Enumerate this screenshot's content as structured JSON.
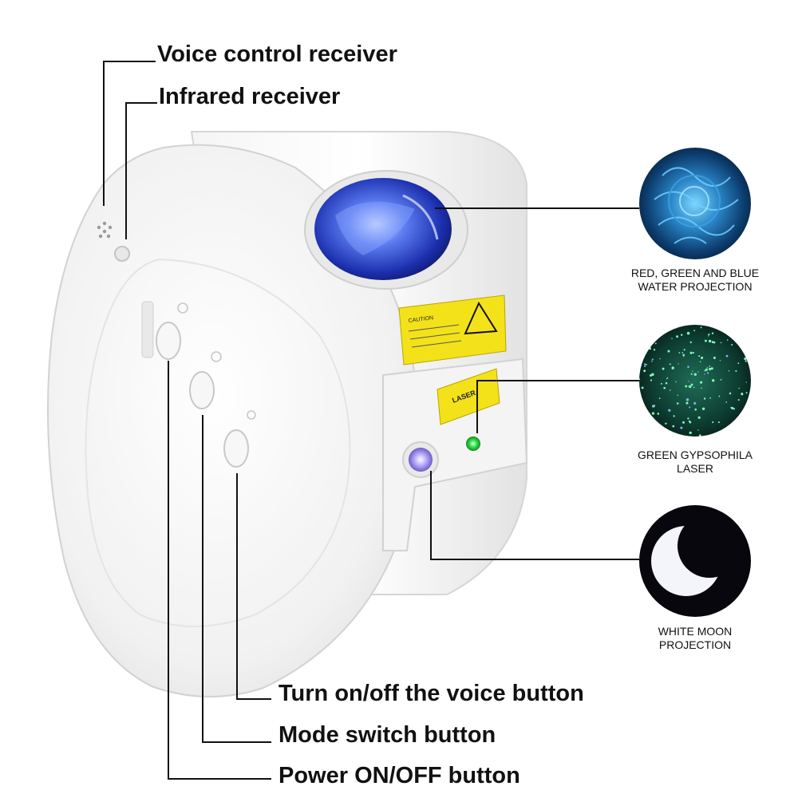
{
  "callouts": {
    "voice_receiver": "Voice control receiver",
    "infrared_receiver": "Infrared receiver",
    "voice_button": "Turn on/off the voice button",
    "mode_button": "Mode switch button",
    "power_button": "Power ON/OFF button"
  },
  "projections": [
    {
      "line1": "RED, GREEN AND BLUE",
      "line2": "WATER PROJECTION",
      "icon": "water-projection-icon"
    },
    {
      "line1": "GREEN GYPSOPHILA",
      "line2": "LASER",
      "icon": "laser-stars-icon"
    },
    {
      "line1": "WHITE MOON",
      "line2": "PROJECTION",
      "icon": "moon-icon"
    }
  ],
  "labels": {
    "laser_warning": "CAUTION",
    "laser_tag": "LASER"
  },
  "colors": {
    "leader_line": "#111111",
    "device_body": "#f2f2f2",
    "warning_label": "#f3e21a",
    "water_dome": "#2f56d8",
    "laser_led": "#34e04a",
    "moon_lens": "#b7a8ff"
  }
}
